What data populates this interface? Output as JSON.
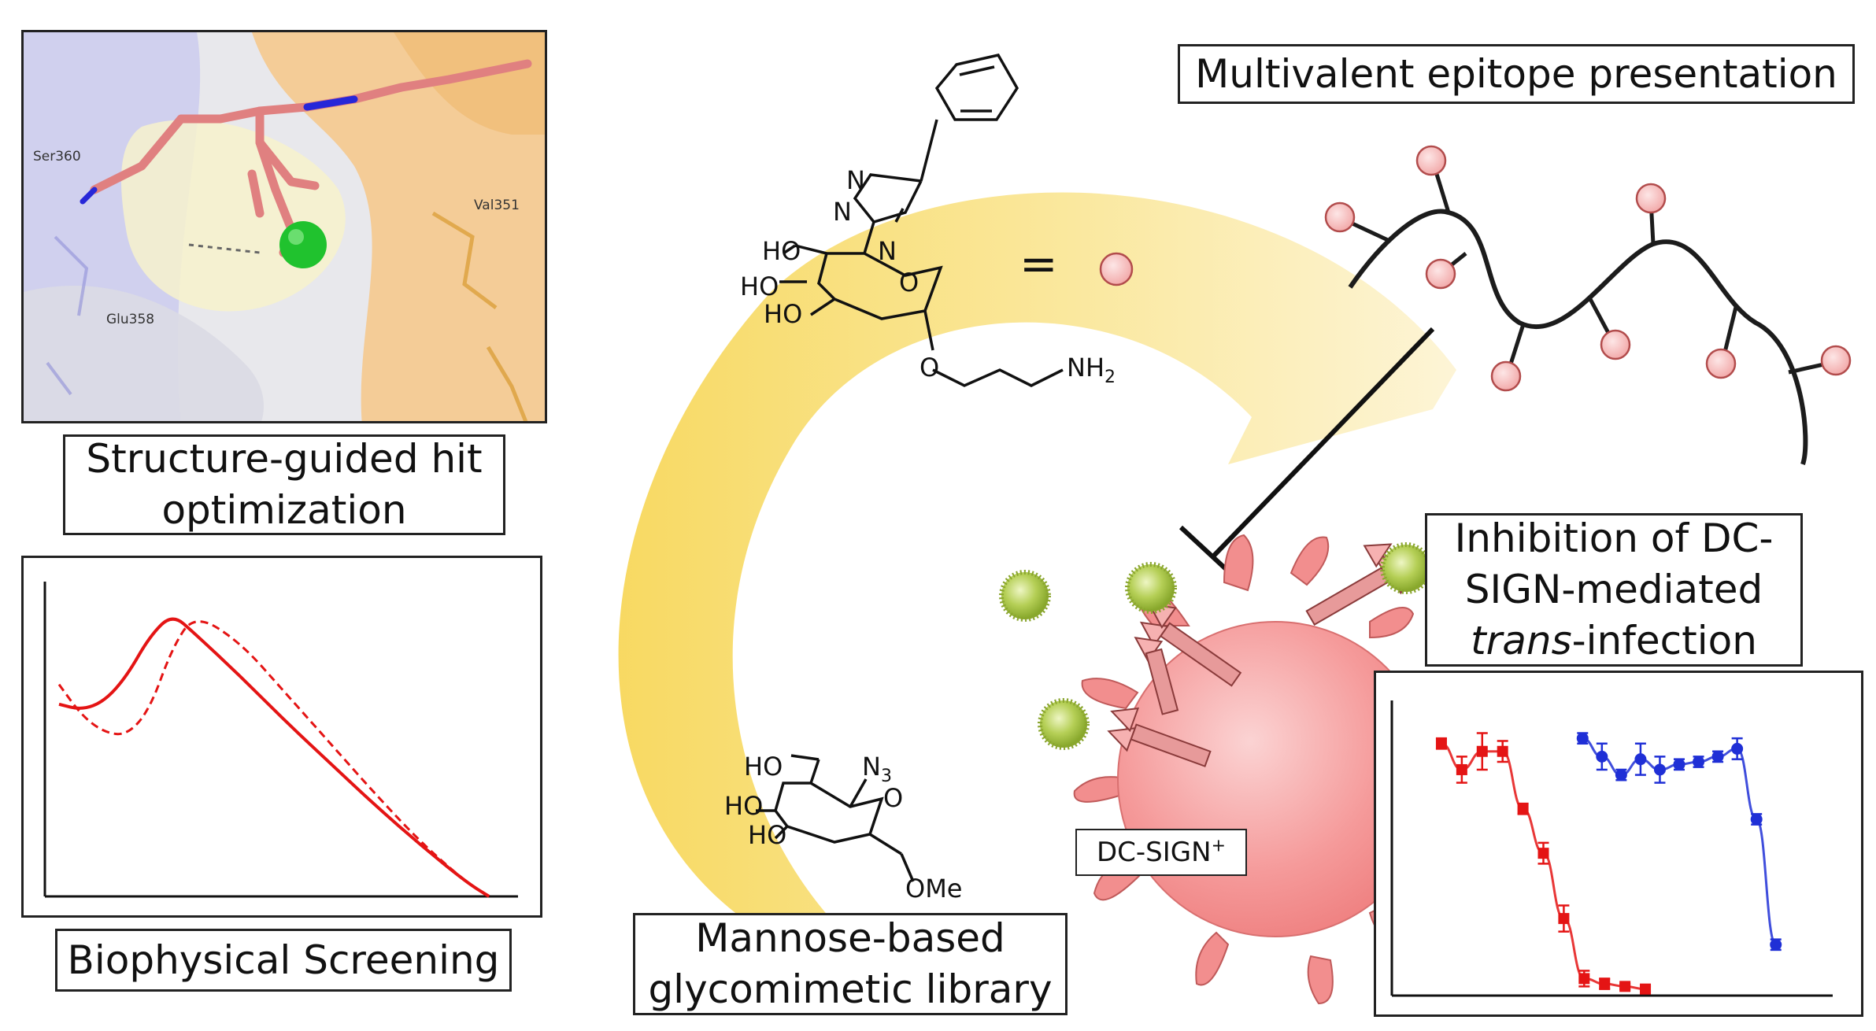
{
  "labels": {
    "structure_line1": "Structure-guided hit",
    "structure_line2": "optimization",
    "biophysical": "Biophysical Screening",
    "library_line1": "Mannose-based",
    "library_line2": "glycomimetic library",
    "multivalent": "Multivalent epitope presentation",
    "inhibition_line1": "Inhibition of DC-",
    "inhibition_line2": "SIGN-mediated",
    "inhibition_line3_italic": "trans",
    "inhibition_line3_rest": "-infection",
    "dc_sign_base": "DC-SIGN",
    "dc_sign_sup": "+",
    "equals": "="
  },
  "residues": [
    "Ser360",
    "Val351",
    "Glu358"
  ],
  "molecule_top": {
    "n1": "N",
    "n2": "N",
    "n3": "N",
    "ho1": "HO",
    "ho2": "HO",
    "ho3": "HO",
    "o_ring": "O",
    "o_link": "O",
    "nh2_base": "NH",
    "nh2_sub": "2"
  },
  "molecule_bottom": {
    "ho1": "HO",
    "ho2": "HO",
    "ho3": "HO",
    "n3_base": "N",
    "n3_sub": "3",
    "o_ring": "O",
    "ome": "OMe"
  },
  "colors": {
    "arrow": "#f7d75a",
    "bead": "#f4b6b6",
    "cell": "#f48a8a",
    "virus": "#9ab83a",
    "series_red": "#e41414",
    "series_blue": "#1f2fd6"
  },
  "chart_data": [
    {
      "type": "line",
      "series": [
        {
          "style": "solid",
          "x": [
            0,
            5,
            10,
            15,
            20,
            25,
            30,
            40,
            50,
            60,
            70,
            80,
            90,
            95
          ],
          "y": [
            0.68,
            0.66,
            0.69,
            0.78,
            0.92,
            1.0,
            0.93,
            0.78,
            0.62,
            0.47,
            0.32,
            0.18,
            0.05,
            0.0
          ]
        },
        {
          "style": "dashed",
          "x": [
            0,
            5,
            10,
            15,
            20,
            25,
            30,
            40,
            50,
            60,
            70,
            80,
            90,
            95
          ],
          "y": [
            0.75,
            0.64,
            0.58,
            0.57,
            0.66,
            0.88,
            1.0,
            0.9,
            0.72,
            0.54,
            0.36,
            0.19,
            0.05,
            0.0
          ]
        }
      ],
      "xlim": [
        0,
        100
      ],
      "ylim": [
        0,
        1.1
      ]
    },
    {
      "type": "scatter",
      "series": [
        {
          "color": "red",
          "marker": "square",
          "x": [
            0,
            1,
            2,
            3,
            4,
            5,
            6,
            7,
            8,
            9,
            10
          ],
          "y": [
            0.95,
            0.85,
            0.92,
            0.92,
            0.7,
            0.53,
            0.28,
            0.05,
            0.03,
            0.02,
            0.01
          ],
          "err": [
            0.02,
            0.05,
            0.07,
            0.04,
            0.02,
            0.04,
            0.05,
            0.03,
            0.02,
            0.01,
            0.01
          ]
        },
        {
          "color": "blue",
          "marker": "circle",
          "x": [
            0,
            1,
            2,
            3,
            4,
            5,
            6,
            7,
            8,
            9,
            10
          ],
          "y": [
            0.97,
            0.9,
            0.83,
            0.89,
            0.85,
            0.87,
            0.88,
            0.9,
            0.93,
            0.66,
            0.18
          ],
          "err": [
            0.02,
            0.05,
            0.02,
            0.06,
            0.05,
            0.02,
            0.02,
            0.02,
            0.04,
            0.02,
            0.02
          ]
        }
      ],
      "xlim": [
        -0.5,
        10.5
      ],
      "ylim": [
        0,
        1.1
      ]
    }
  ]
}
